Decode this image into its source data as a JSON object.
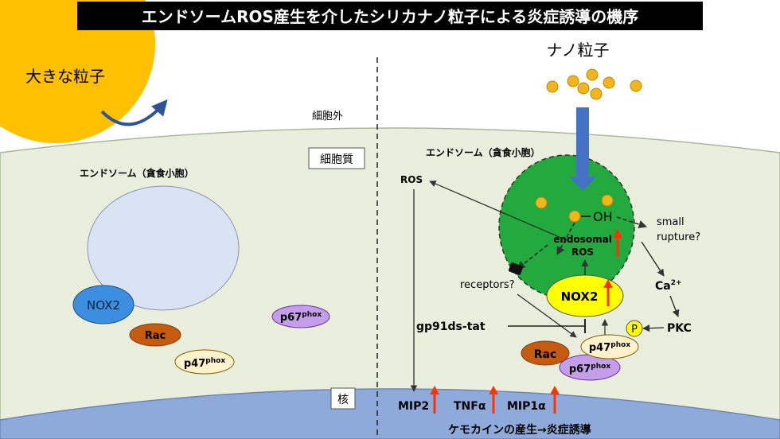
{
  "title": "エンドソームROS産生を介したシリカナノ粒子による炎症誘導の機序",
  "left": {
    "large_particle": "大きな粒子",
    "endosome": "エンドソーム（貪食小胞）",
    "nox2": "NOX2",
    "rac": "Rac",
    "p67_main": "p67",
    "p67_sup": "phox",
    "p47_main": "p47",
    "p47_sup": "phox"
  },
  "labels": {
    "extracellular": "細胞外",
    "cytoplasm": "細胞質",
    "nucleus": "核"
  },
  "right": {
    "nanoparticle": "ナノ粒子",
    "endosome": "エンドソーム（貪食小胞）",
    "oh": "OH",
    "endosomal_ros_1": "endosomal",
    "endosomal_ros_2": "ROS",
    "small_rupture_1": "small",
    "small_rupture_2": "rupture?",
    "ros": "ROS",
    "receptors": "receptors?",
    "nox2": "NOX2",
    "ca": "Ca",
    "ca_sup": "2+",
    "pkc": "PKC",
    "p": "P",
    "gp91": "gp91ds-tat",
    "rac": "Rac",
    "p47_main": "p47",
    "p47_sup": "phox",
    "p67_main": "p67",
    "p67_sup": "phox",
    "mip2": "MIP2",
    "tnfa": "TNFα",
    "mip1a": "MIP1α",
    "chemokine": "ケモカインの産生→炎症誘導"
  },
  "colors": {
    "title_bg": "#000000",
    "cytoplasm": "#e9efdc",
    "nucleus": "#8eaadb",
    "large_particle": "#ffc000",
    "nano": "#f2b51c",
    "endosome_green": "#22aa3f",
    "up_arrow": "#ff3300",
    "blue_arrow": "#4472c4"
  }
}
